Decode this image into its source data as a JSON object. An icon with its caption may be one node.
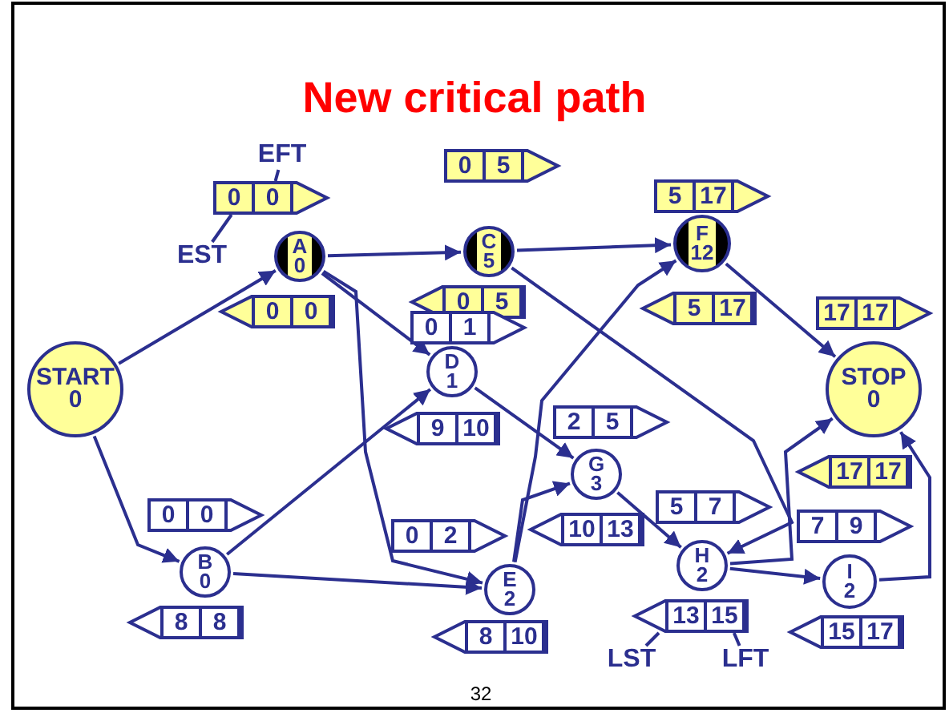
{
  "diagram": {
    "title": "New critical path",
    "nodes": [
      {
        "text": [
          "EFT"
        ]
      },
      {
        "text": [
          "0",
          "0"
        ]
      },
      {
        "text": [
          "0",
          "5"
        ]
      },
      {
        "text": [
          "5",
          "17"
        ]
      },
      {
        "text": [
          "EST"
        ]
      },
      {
        "text": [
          "A",
          "0"
        ]
      },
      {
        "text": [
          "C",
          "5"
        ]
      },
      {
        "text": [
          "F",
          "12"
        ]
      },
      {
        "text": [
          "0",
          "0"
        ]
      },
      {
        "text": [
          "0",
          "5"
        ]
      },
      {
        "text": [
          "5",
          "17"
        ]
      },
      {
        "text": [
          "17",
          "17"
        ]
      },
      {
        "text": [
          "0",
          "1"
        ]
      },
      {
        "text": [
          "START",
          "0"
        ]
      },
      {
        "text": [
          "D",
          "1"
        ]
      },
      {
        "text": [
          "STOP",
          "0"
        ]
      },
      {
        "text": [
          "9",
          "10"
        ]
      },
      {
        "text": [
          "2",
          "5"
        ]
      },
      {
        "text": [
          "G",
          "3"
        ]
      },
      {
        "text": [
          "17",
          "17"
        ]
      },
      {
        "text": [
          "0",
          "0"
        ]
      },
      {
        "text": [
          "10",
          "13"
        ]
      },
      {
        "text": [
          "5",
          "7"
        ]
      },
      {
        "text": [
          "7",
          "9"
        ]
      },
      {
        "text": [
          "0",
          "2"
        ]
      },
      {
        "text": [
          "B",
          "0"
        ]
      },
      {
        "text": [
          "H",
          "2"
        ]
      },
      {
        "text": [
          "I",
          "2"
        ]
      },
      {
        "text": [
          "E",
          "2"
        ]
      },
      {
        "text": [
          "8",
          "8"
        ]
      },
      {
        "text": [
          "13",
          "15"
        ]
      },
      {
        "text": [
          "15",
          "17"
        ]
      },
      {
        "text": [
          "8",
          "10"
        ]
      },
      {
        "text": [
          "LST"
        ]
      },
      {
        "text": [
          "LFT"
        ]
      }
    ],
    "edges": [
      {
        "from": 13,
        "to": 5,
        "arrow": "to"
      },
      {
        "from": 13,
        "to": 25,
        "arrow": "to"
      },
      {
        "from": 5,
        "to": 6,
        "arrow": "to"
      },
      {
        "from": 5,
        "to": 14,
        "arrow": "to"
      },
      {
        "from": 5,
        "to": 28,
        "arrow": "to"
      },
      {
        "from": 6,
        "to": 7,
        "arrow": "to"
      },
      {
        "from": 6,
        "to": 26,
        "arrow": "to"
      },
      {
        "from": 25,
        "to": 14,
        "arrow": "to"
      },
      {
        "from": 25,
        "to": 28,
        "arrow": "to"
      },
      {
        "from": 14,
        "to": 18,
        "arrow": "to"
      },
      {
        "from": 28,
        "to": 7,
        "arrow": "to"
      },
      {
        "from": 28,
        "to": 18,
        "arrow": "to"
      },
      {
        "from": 18,
        "to": 26,
        "arrow": "to"
      },
      {
        "from": 26,
        "to": 15,
        "arrow": "to"
      },
      {
        "from": 26,
        "to": 27,
        "arrow": "to"
      },
      {
        "from": 27,
        "to": 15,
        "arrow": "to"
      },
      {
        "from": 7,
        "to": 15,
        "arrow": "to"
      },
      {
        "from": 0,
        "to": 1,
        "arrow": "none"
      },
      {
        "from": 4,
        "to": 1,
        "arrow": "none"
      },
      {
        "from": 33,
        "to": 30,
        "arrow": "none"
      },
      {
        "from": 34,
        "to": 30,
        "arrow": "none"
      }
    ],
    "labels": [
      "32"
    ]
  }
}
